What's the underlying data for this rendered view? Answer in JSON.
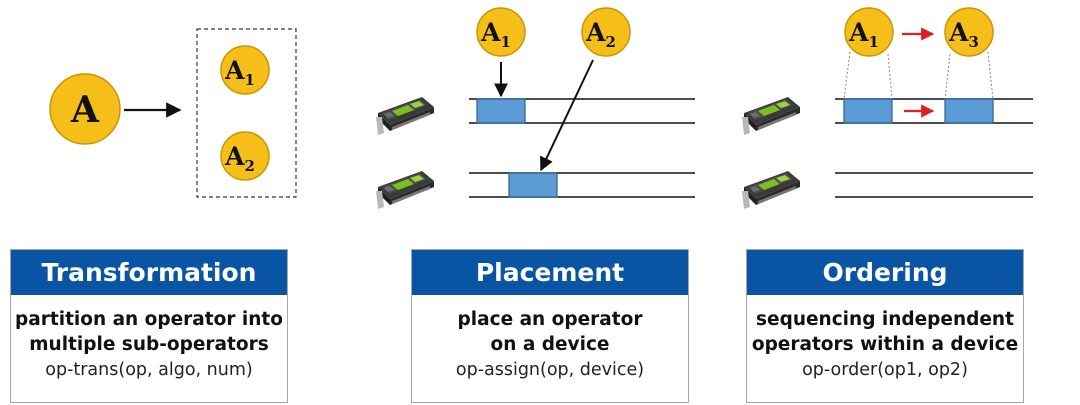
{
  "colors": {
    "node_fill": "#f5be19",
    "node_stroke": "#c99500",
    "device_slot": "#5b9bd5",
    "panel_header": "#0a55a3",
    "order_arrow": "#e02020"
  },
  "icons": {
    "device": "gpu-card-icon"
  },
  "transformation": {
    "node_main": "A",
    "sub_nodes": [
      {
        "letter": "A",
        "sub": "1"
      },
      {
        "letter": "A",
        "sub": "2"
      }
    ]
  },
  "placement": {
    "nodes": [
      {
        "letter": "A",
        "sub": "1"
      },
      {
        "letter": "A",
        "sub": "2"
      }
    ]
  },
  "ordering": {
    "nodes": [
      {
        "letter": "A",
        "sub": "1"
      },
      {
        "letter": "A",
        "sub": "3"
      }
    ]
  },
  "panels": [
    {
      "title": "Transformation",
      "desc_lines": [
        "partition an operator into",
        "multiple sub-operators"
      ],
      "signature": "op-trans(op, algo, num)"
    },
    {
      "title": "Placement",
      "desc_lines": [
        "place an operator",
        "on a device"
      ],
      "signature": "op-assign(op, device)"
    },
    {
      "title": "Ordering",
      "desc_lines": [
        "sequencing independent",
        "operators within a device"
      ],
      "signature": "op-order(op1, op2)"
    }
  ]
}
